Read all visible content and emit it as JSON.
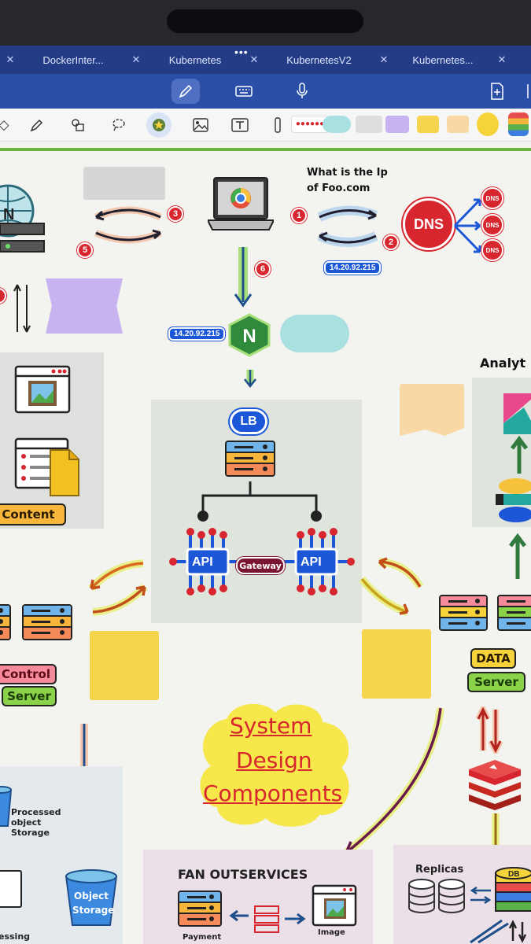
{
  "tabs": [
    {
      "label": "DockerInter...",
      "active": false
    },
    {
      "label": "Kubernetes",
      "active": false
    },
    {
      "label": "KubernetesV2",
      "active": false
    },
    {
      "label": "Kubernetes...",
      "active": false
    }
  ],
  "canvas": {
    "dns_question": "What is the Ip\nof Foo.com",
    "ip_address": "14.20.92.215",
    "dns_label": "DNS",
    "lb_label": "LB",
    "api_left": "API",
    "api_right": "API",
    "gateway_label": "Gateway",
    "analytics_label": "Analyt",
    "content_label": "Content",
    "control_label": "Control",
    "server_label_left": "Server",
    "data_label": "DATA",
    "server_label_right": "Server",
    "processed_storage_label": "Processed\nobject\nStorage",
    "object_storage_label": "Object\nStorage",
    "title_line1": "System",
    "title_line2": "Design",
    "title_line3": "Components",
    "fanout_label": "FAN OUTSERVICES",
    "payment_label": "Payment",
    "image_label": "Image",
    "replicas_label": "Replicas",
    "db_label": "DB",
    "processing_label": "essing",
    "nginx_label": "N",
    "step_numbers": [
      "1",
      "2",
      "3",
      "5",
      "6"
    ]
  },
  "colors": {
    "tabbar": "#233c85",
    "notebar": "#2b4fa6",
    "accent_red": "#d7262e",
    "accent_blue": "#1c57d8",
    "sticky_yellow": "#f5d54e",
    "sticky_purple": "#c7b3f0",
    "sticky_peach": "#f8d9a6",
    "teal_pill": "#a9e0e2"
  },
  "icons": {
    "pen": "pen-icon",
    "keyboard": "keyboard-icon",
    "mic": "mic-icon",
    "new_page": "new-page-icon"
  }
}
